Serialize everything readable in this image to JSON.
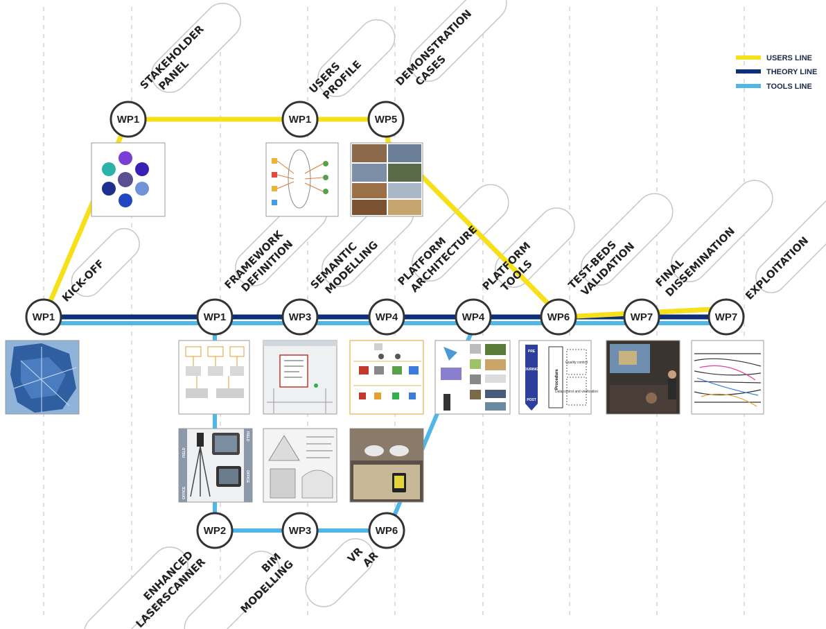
{
  "legend": [
    {
      "key": "users",
      "label": "USERS LINE",
      "color": "#f6e01a"
    },
    {
      "key": "theory",
      "label": "THEORY LINE",
      "color": "#0d2f78"
    },
    {
      "key": "tools",
      "label": "TOOLS LINE",
      "color": "#4fb6e6"
    }
  ],
  "nodes": [
    {
      "id": "kickoff",
      "wp": "WP1",
      "lines": [
        "KICK-OFF"
      ],
      "side": "up"
    },
    {
      "id": "stakeholder",
      "wp": "WP1",
      "lines": [
        "STAKEHOLDER",
        "PANEL"
      ],
      "side": "up"
    },
    {
      "id": "users_profile",
      "wp": "WP1",
      "lines": [
        "USERS",
        "PROFILE"
      ],
      "side": "up"
    },
    {
      "id": "demonstration",
      "wp": "WP5",
      "lines": [
        "DEMONSTRATION",
        "CASES"
      ],
      "side": "up"
    },
    {
      "id": "framework",
      "wp": "WP1",
      "lines": [
        "FRAMEWORK",
        "DEFINITION"
      ],
      "side": "up"
    },
    {
      "id": "semantic",
      "wp": "WP3",
      "lines": [
        "SEMANTIC",
        "MODELLING"
      ],
      "side": "up"
    },
    {
      "id": "platform_arch",
      "wp": "WP4",
      "lines": [
        "PLATFORM",
        "ARCHITECTURE"
      ],
      "side": "up"
    },
    {
      "id": "platform_tools",
      "wp": "WP4",
      "lines": [
        "PLATFORM",
        "TOOLS"
      ],
      "side": "up"
    },
    {
      "id": "testbeds",
      "wp": "WP6",
      "lines": [
        "TEST-BEDS",
        "VALIDATION"
      ],
      "side": "up"
    },
    {
      "id": "final_diss",
      "wp": "WP7",
      "lines": [
        "FINAL",
        "DISSEMINATION"
      ],
      "side": "up"
    },
    {
      "id": "exploitation",
      "wp": "WP7",
      "lines": [
        "EXPLOITATION"
      ],
      "side": "up"
    },
    {
      "id": "laserscanner",
      "wp": "WP2",
      "lines": [
        "ENHANCED",
        "LASERSCANNER"
      ],
      "side": "down"
    },
    {
      "id": "bim",
      "wp": "WP3",
      "lines": [
        "BIM",
        "MODELLING"
      ],
      "side": "down"
    },
    {
      "id": "vrar",
      "wp": "WP6",
      "lines": [
        "VR",
        "AR"
      ],
      "side": "down"
    }
  ],
  "thumbnails": {
    "scanner_office": "OFFICE",
    "scanner_field": "FIELD",
    "scanner_field2": "FIELD",
    "scanner_office2": "OFFICE",
    "validation_pre": "PRE",
    "validation_during": "DURING",
    "validation_post": "POST",
    "validation_procedure": "Procedure",
    "validation_quality": "Quality control",
    "validation_data": "Data control and verification"
  }
}
